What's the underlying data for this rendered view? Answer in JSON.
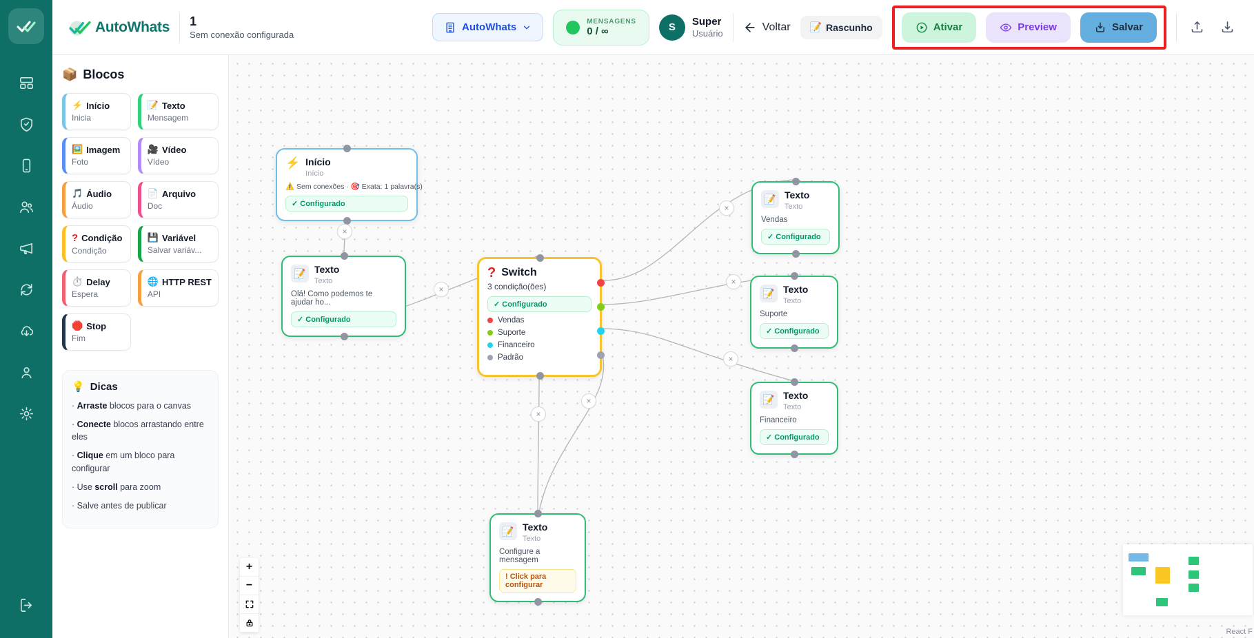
{
  "brand": {
    "name": "AutoWhats"
  },
  "flow": {
    "title": "1",
    "subtitle": "Sem conexão configurada"
  },
  "header": {
    "org_button": {
      "label": "AutoWhats"
    },
    "messages": {
      "label": "MENSAGENS",
      "value": "0 / ∞"
    },
    "user": {
      "initial": "S",
      "name": "Super",
      "role": "Usuário"
    },
    "back_label": "Voltar",
    "draft_label": "Rascunho",
    "draft_icon": "📝",
    "activate_label": "Ativar",
    "preview_label": "Preview",
    "save_label": "Salvar"
  },
  "nav_rail": {
    "items": [
      "dashboard",
      "security-shield",
      "phone",
      "contacts",
      "campaigns",
      "sync",
      "cloud-download",
      "profile",
      "settings"
    ],
    "logout": "logout"
  },
  "blocks_panel": {
    "title_icon": "📦",
    "title": "Blocos",
    "blocks": [
      {
        "icon": "⚡",
        "name": "Início",
        "desc": "Inicia",
        "color": "#7cc3ea"
      },
      {
        "icon": "📝",
        "name": "Texto",
        "desc": "Mensagem",
        "color": "#34d17b"
      },
      {
        "icon": "🖼️",
        "name": "Imagem",
        "desc": "Foto",
        "color": "#5a8df5"
      },
      {
        "icon": "🎥",
        "name": "Vídeo",
        "desc": "Vídeo",
        "color": "#b18cf7"
      },
      {
        "icon": "🎵",
        "name": "Áudio",
        "desc": "Áudio",
        "color": "#f59e42"
      },
      {
        "icon": "📄",
        "name": "Arquivo",
        "desc": "Doc",
        "color": "#f04f8e"
      },
      {
        "icon": "?",
        "name": "Condição",
        "desc": "Condição",
        "color": "#fbbf24"
      },
      {
        "icon": "💾",
        "name": "Variável",
        "desc": "Salvar variáv...",
        "color": "#16a34a"
      },
      {
        "icon": "⏱️",
        "name": "Delay",
        "desc": "Espera",
        "color": "#f3606f"
      },
      {
        "icon": "🌐",
        "name": "HTTP REST",
        "desc": "API",
        "color": "#f59e42"
      },
      {
        "icon": "🛑",
        "name": "Stop",
        "desc": "Fim",
        "color": "#25354a"
      }
    ],
    "tips": {
      "icon": "💡",
      "title": "Dicas",
      "bullet": "·",
      "items": [
        {
          "pre": "",
          "bold": "Arraste",
          "rest": " blocos para o canvas"
        },
        {
          "pre": "",
          "bold": "Conecte",
          "rest": " blocos arrastando entre eles"
        },
        {
          "pre": "",
          "bold": "Clique",
          "rest": " em um bloco para configurar"
        },
        {
          "pre": "Use ",
          "bold": "scroll",
          "rest": " para zoom"
        },
        {
          "pre": "Salve antes de publicar",
          "bold": "",
          "rest": ""
        }
      ]
    }
  },
  "canvas": {
    "edge_delete": "×",
    "nodes": {
      "inicio": {
        "icon": "⚡",
        "title": "Início",
        "subtitle": "Início",
        "meta": "⚠️ Sem conexões · 🎯 Exata: 1 palavra(s)",
        "badge": "✓ Configurado"
      },
      "texto_ola": {
        "icon": "📝",
        "title": "Texto",
        "subtitle": "Texto",
        "body": "Olá! Como podemos te ajudar ho...",
        "badge": "✓ Configurado"
      },
      "switch": {
        "icon": "?",
        "title": "Switch",
        "subtitle": "3 condição(ões)",
        "badge": "✓ Configurado",
        "conditions": [
          {
            "label": "Vendas",
            "color": "#ef4444"
          },
          {
            "label": "Suporte",
            "color": "#84cc16"
          },
          {
            "label": "Financeiro",
            "color": "#22d3ee"
          },
          {
            "label": "Padrão",
            "color": "#9ca3af"
          }
        ]
      },
      "texto_vendas": {
        "icon": "📝",
        "title": "Texto",
        "subtitle": "Texto",
        "body": "Vendas",
        "badge": "✓ Configurado"
      },
      "texto_suporte": {
        "icon": "📝",
        "title": "Texto",
        "subtitle": "Texto",
        "body": "Suporte",
        "badge": "✓ Configurado"
      },
      "texto_financeiro": {
        "icon": "📝",
        "title": "Texto",
        "subtitle": "Texto",
        "body": "Financeiro",
        "badge": "✓ Configurado"
      },
      "texto_configurar": {
        "icon": "📝",
        "title": "Texto",
        "subtitle": "Texto",
        "body": "Configure a mensagem",
        "badge": "! Click para configurar"
      }
    },
    "controls": {
      "zoom_in": "+",
      "zoom_out": "−"
    },
    "attribution": "React F"
  },
  "colors": {
    "sidebar": "#0e6f66",
    "highlight_red": "#f01f1f",
    "save_blue": "#64afe0"
  }
}
